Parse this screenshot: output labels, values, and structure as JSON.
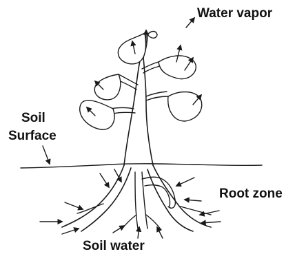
{
  "labels": {
    "water_vapor": "Water vapor",
    "soil_surface_line1": "Soil",
    "soil_surface_line2": "Surface",
    "root_zone": "Root zone",
    "soil_water": "Soil water"
  },
  "colors": {
    "ink": "#1a1a1a",
    "background": "#ffffff"
  }
}
